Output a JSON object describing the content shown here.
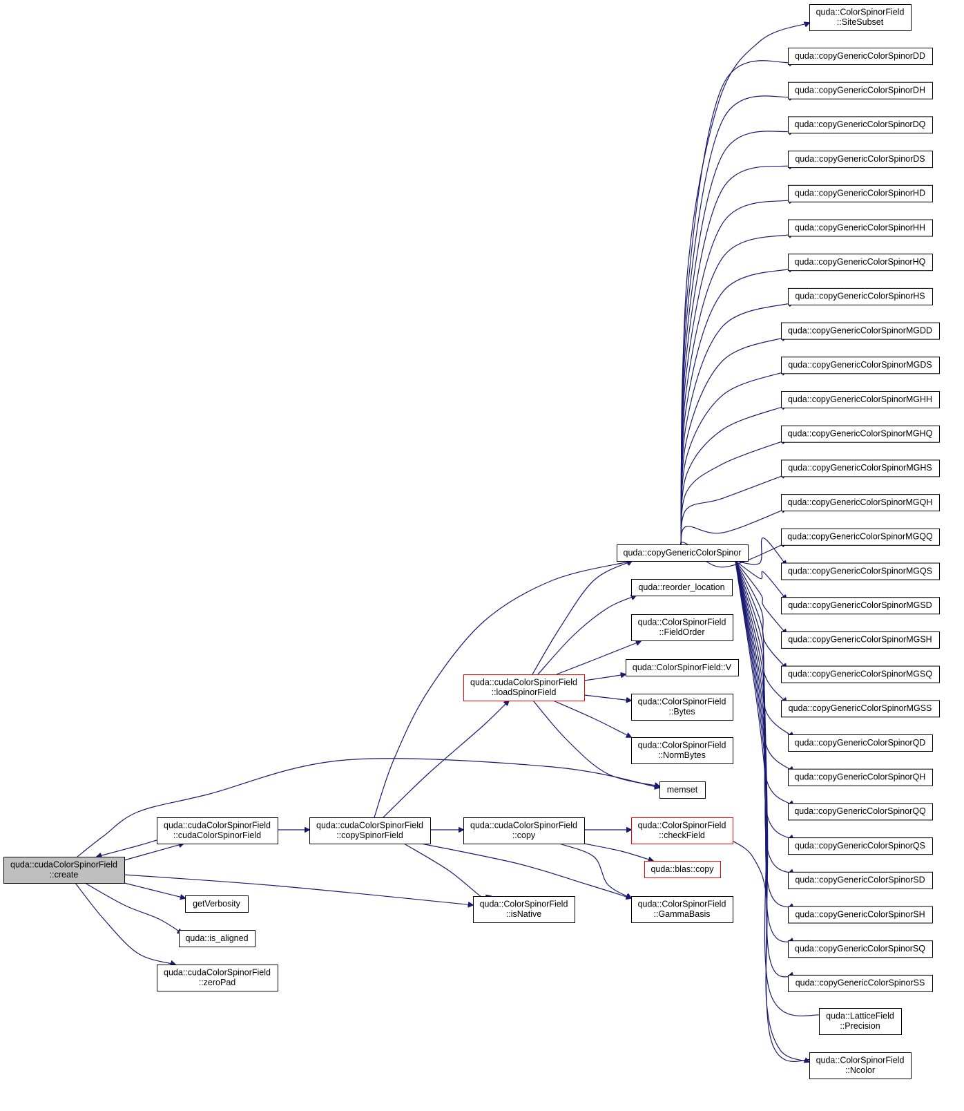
{
  "graph": {
    "colors": {
      "edge": "#191970",
      "node_border": "#000000",
      "truncated_border": "#ff0000",
      "root_fill": "#bfbfbf",
      "node_fill": "#ffffff"
    },
    "nodes": [
      {
        "id": "create",
        "lines": [
          "quda::cudaColorSpinorField",
          "::create"
        ],
        "kind": "root"
      },
      {
        "id": "ctor",
        "lines": [
          "quda::cudaColorSpinorField",
          "::cudaColorSpinorField"
        ]
      },
      {
        "id": "getVerbosity",
        "lines": [
          "getVerbosity"
        ]
      },
      {
        "id": "is_aligned",
        "lines": [
          "quda::is_aligned"
        ]
      },
      {
        "id": "zeroPad",
        "lines": [
          "quda::cudaColorSpinorField",
          "::zeroPad"
        ]
      },
      {
        "id": "copySpinorField",
        "lines": [
          "quda::cudaColorSpinorField",
          "::copySpinorField"
        ]
      },
      {
        "id": "loadSpinorField",
        "lines": [
          "quda::cudaColorSpinorField",
          "::loadSpinorField"
        ],
        "kind": "truncated"
      },
      {
        "id": "copy",
        "lines": [
          "quda::cudaColorSpinorField",
          "::copy"
        ]
      },
      {
        "id": "isNative",
        "lines": [
          "quda::ColorSpinorField",
          "::isNative"
        ]
      },
      {
        "id": "copyGeneric",
        "lines": [
          "quda::copyGenericColorSpinor"
        ]
      },
      {
        "id": "reorder",
        "lines": [
          "quda::reorder_location"
        ]
      },
      {
        "id": "FieldOrder",
        "lines": [
          "quda::ColorSpinorField",
          "::FieldOrder"
        ]
      },
      {
        "id": "V",
        "lines": [
          "quda::ColorSpinorField::V"
        ]
      },
      {
        "id": "Bytes",
        "lines": [
          "quda::ColorSpinorField",
          "::Bytes"
        ]
      },
      {
        "id": "NormBytes",
        "lines": [
          "quda::ColorSpinorField",
          "::NormBytes"
        ]
      },
      {
        "id": "memset",
        "lines": [
          "memset"
        ]
      },
      {
        "id": "checkField",
        "lines": [
          "quda::ColorSpinorField",
          "::checkField"
        ],
        "kind": "truncated"
      },
      {
        "id": "blascopy",
        "lines": [
          "quda::blas::copy"
        ],
        "kind": "truncated"
      },
      {
        "id": "GammaBasis",
        "lines": [
          "quda::ColorSpinorField",
          "::GammaBasis"
        ]
      },
      {
        "id": "SiteSubset",
        "lines": [
          "quda::ColorSpinorField",
          "::SiteSubset"
        ]
      },
      {
        "id": "DD",
        "lines": [
          "quda::copyGenericColorSpinorDD"
        ]
      },
      {
        "id": "DH",
        "lines": [
          "quda::copyGenericColorSpinorDH"
        ]
      },
      {
        "id": "DQ",
        "lines": [
          "quda::copyGenericColorSpinorDQ"
        ]
      },
      {
        "id": "DS",
        "lines": [
          "quda::copyGenericColorSpinorDS"
        ]
      },
      {
        "id": "HD",
        "lines": [
          "quda::copyGenericColorSpinorHD"
        ]
      },
      {
        "id": "HH",
        "lines": [
          "quda::copyGenericColorSpinorHH"
        ]
      },
      {
        "id": "HQ",
        "lines": [
          "quda::copyGenericColorSpinorHQ"
        ]
      },
      {
        "id": "HS",
        "lines": [
          "quda::copyGenericColorSpinorHS"
        ]
      },
      {
        "id": "MGDD",
        "lines": [
          "quda::copyGenericColorSpinorMGDD"
        ]
      },
      {
        "id": "MGDS",
        "lines": [
          "quda::copyGenericColorSpinorMGDS"
        ]
      },
      {
        "id": "MGHH",
        "lines": [
          "quda::copyGenericColorSpinorMGHH"
        ]
      },
      {
        "id": "MGHQ",
        "lines": [
          "quda::copyGenericColorSpinorMGHQ"
        ]
      },
      {
        "id": "MGHS",
        "lines": [
          "quda::copyGenericColorSpinorMGHS"
        ]
      },
      {
        "id": "MGQH",
        "lines": [
          "quda::copyGenericColorSpinorMGQH"
        ]
      },
      {
        "id": "MGQQ",
        "lines": [
          "quda::copyGenericColorSpinorMGQQ"
        ]
      },
      {
        "id": "MGQS",
        "lines": [
          "quda::copyGenericColorSpinorMGQS"
        ]
      },
      {
        "id": "MGSD",
        "lines": [
          "quda::copyGenericColorSpinorMGSD"
        ]
      },
      {
        "id": "MGSH",
        "lines": [
          "quda::copyGenericColorSpinorMGSH"
        ]
      },
      {
        "id": "MGSQ",
        "lines": [
          "quda::copyGenericColorSpinorMGSQ"
        ]
      },
      {
        "id": "MGSS",
        "lines": [
          "quda::copyGenericColorSpinorMGSS"
        ]
      },
      {
        "id": "QD",
        "lines": [
          "quda::copyGenericColorSpinorQD"
        ]
      },
      {
        "id": "QH",
        "lines": [
          "quda::copyGenericColorSpinorQH"
        ]
      },
      {
        "id": "QQ",
        "lines": [
          "quda::copyGenericColorSpinorQQ"
        ]
      },
      {
        "id": "QS",
        "lines": [
          "quda::copyGenericColorSpinorQS"
        ]
      },
      {
        "id": "SD",
        "lines": [
          "quda::copyGenericColorSpinorSD"
        ]
      },
      {
        "id": "SH",
        "lines": [
          "quda::copyGenericColorSpinorSH"
        ]
      },
      {
        "id": "SQ",
        "lines": [
          "quda::copyGenericColorSpinorSQ"
        ]
      },
      {
        "id": "SS",
        "lines": [
          "quda::copyGenericColorSpinorSS"
        ]
      },
      {
        "id": "Precision",
        "lines": [
          "quda::LatticeField",
          "::Precision"
        ]
      },
      {
        "id": "Ncolor",
        "lines": [
          "quda::ColorSpinorField",
          "::Ncolor"
        ]
      }
    ],
    "edges": [
      {
        "from": "create",
        "to": "ctor"
      },
      {
        "from": "ctor",
        "to": "create"
      },
      {
        "from": "create",
        "to": "getVerbosity"
      },
      {
        "from": "create",
        "to": "is_aligned"
      },
      {
        "from": "create",
        "to": "zeroPad"
      },
      {
        "from": "create",
        "to": "memset"
      },
      {
        "from": "create",
        "to": "isNative"
      },
      {
        "from": "ctor",
        "to": "copySpinorField"
      },
      {
        "from": "copySpinorField",
        "to": "loadSpinorField"
      },
      {
        "from": "copySpinorField",
        "to": "copy"
      },
      {
        "from": "copySpinorField",
        "to": "isNative"
      },
      {
        "from": "copySpinorField",
        "to": "copyGeneric"
      },
      {
        "from": "copySpinorField",
        "to": "GammaBasis"
      },
      {
        "from": "loadSpinorField",
        "to": "copyGeneric"
      },
      {
        "from": "loadSpinorField",
        "to": "reorder"
      },
      {
        "from": "loadSpinorField",
        "to": "FieldOrder"
      },
      {
        "from": "loadSpinorField",
        "to": "V"
      },
      {
        "from": "loadSpinorField",
        "to": "Bytes"
      },
      {
        "from": "loadSpinorField",
        "to": "NormBytes"
      },
      {
        "from": "loadSpinorField",
        "to": "memset"
      },
      {
        "from": "copy",
        "to": "checkField"
      },
      {
        "from": "copy",
        "to": "blascopy"
      },
      {
        "from": "copy",
        "to": "GammaBasis"
      },
      {
        "from": "checkField",
        "to": "Ncolor"
      },
      {
        "from": "copyGeneric",
        "to": "SiteSubset"
      },
      {
        "from": "copyGeneric",
        "to": "DD"
      },
      {
        "from": "copyGeneric",
        "to": "DH"
      },
      {
        "from": "copyGeneric",
        "to": "DQ"
      },
      {
        "from": "copyGeneric",
        "to": "DS"
      },
      {
        "from": "copyGeneric",
        "to": "HD"
      },
      {
        "from": "copyGeneric",
        "to": "HH"
      },
      {
        "from": "copyGeneric",
        "to": "HQ"
      },
      {
        "from": "copyGeneric",
        "to": "HS"
      },
      {
        "from": "copyGeneric",
        "to": "MGDD"
      },
      {
        "from": "copyGeneric",
        "to": "MGDS"
      },
      {
        "from": "copyGeneric",
        "to": "MGHH"
      },
      {
        "from": "copyGeneric",
        "to": "MGHQ"
      },
      {
        "from": "copyGeneric",
        "to": "MGHS"
      },
      {
        "from": "copyGeneric",
        "to": "MGQH"
      },
      {
        "from": "copyGeneric",
        "to": "MGQQ"
      },
      {
        "from": "copyGeneric",
        "to": "MGQS"
      },
      {
        "from": "copyGeneric",
        "to": "MGSD"
      },
      {
        "from": "copyGeneric",
        "to": "MGSH"
      },
      {
        "from": "copyGeneric",
        "to": "MGSQ"
      },
      {
        "from": "copyGeneric",
        "to": "MGSS"
      },
      {
        "from": "copyGeneric",
        "to": "QD"
      },
      {
        "from": "copyGeneric",
        "to": "QH"
      },
      {
        "from": "copyGeneric",
        "to": "QQ"
      },
      {
        "from": "copyGeneric",
        "to": "QS"
      },
      {
        "from": "copyGeneric",
        "to": "SD"
      },
      {
        "from": "copyGeneric",
        "to": "SH"
      },
      {
        "from": "copyGeneric",
        "to": "SQ"
      },
      {
        "from": "copyGeneric",
        "to": "SS"
      },
      {
        "from": "copyGeneric",
        "to": "Precision"
      },
      {
        "from": "copyGeneric",
        "to": "Ncolor"
      }
    ]
  }
}
